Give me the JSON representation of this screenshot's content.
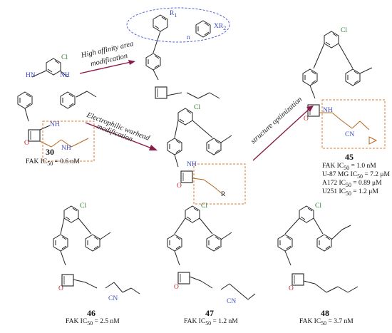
{
  "arrows": {
    "top_line1": "High affinity area",
    "top_line2": "modification",
    "mid_line1": "Electrophilic warhead",
    "mid_line2": "modification",
    "right": "structure optimization"
  },
  "substituents": {
    "r1": "R",
    "r1_sub": "1",
    "x": "X",
    "r2_sub": "2",
    "n": "n",
    "r": "R"
  },
  "atoms": {
    "cl": "Cl",
    "n": "N",
    "nh": "NH",
    "hn": "HN",
    "o": "O",
    "cn": "CN",
    "h": "H"
  },
  "compounds": {
    "c30": {
      "id": "30",
      "assay": "FAK IC",
      "sub": "50",
      "value": " = 0.6 nM"
    },
    "c45": {
      "id": "45",
      "assays": [
        {
          "name": "FAK IC",
          "sub": "50",
          "value": " = 1.0 nM"
        },
        {
          "name": "U-87 MG IC",
          "sub": "50",
          "value": " = 7.2 μM"
        },
        {
          "name": "A172 IC",
          "sub": "50",
          "value": " = 0.89 μM"
        },
        {
          "name": "U251 IC",
          "sub": "50",
          "value": " = 1.2 μM"
        }
      ]
    },
    "c46": {
      "id": "46",
      "assay": "FAK IC",
      "sub": "50",
      "value": " = 2.5 nM"
    },
    "c47": {
      "id": "47",
      "assay": "FAK IC",
      "sub": "50",
      "value": " = 1.2 nM"
    },
    "c48": {
      "id": "48",
      "assay": "FAK IC",
      "sub": "50",
      "value": " = 3.7 nM"
    }
  },
  "colors": {
    "bond": "#222222",
    "nitrogen": "#3b4cc0",
    "chlorine": "#2e7d32",
    "warhead": "#b5651d",
    "oxygen": "#c62828",
    "arrow": "#8b1a4a",
    "dashed_box": "#e07a2e",
    "ellipse": "#5560d6"
  }
}
